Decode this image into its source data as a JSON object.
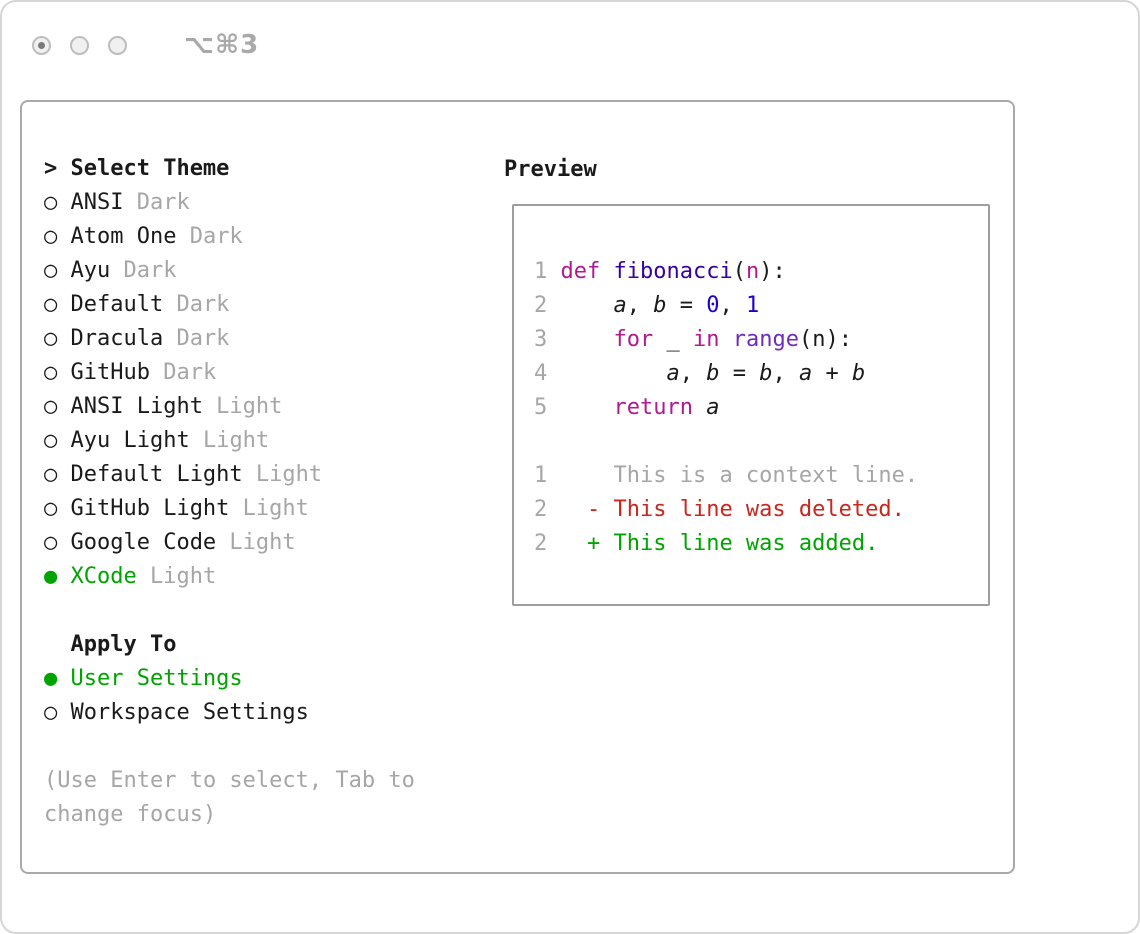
{
  "window": {
    "titlebar_shortcut": "⌥⌘3"
  },
  "colors": {
    "green": "#00a400",
    "red": "#c9261d",
    "gray": "#a6a6a6",
    "keyword": "#ad1a92",
    "func": "#3900a0",
    "builtin": "#6f2bbb",
    "number": "#1c00cf",
    "text": "#1a1a1a"
  },
  "theme_panel": {
    "title_prefix": ">",
    "title": "Select Theme",
    "radio_unselected": "○",
    "radio_selected": "●",
    "themes": [
      {
        "label": "ANSI",
        "variant": "Dark",
        "selected": false
      },
      {
        "label": "Atom One",
        "variant": "Dark",
        "selected": false
      },
      {
        "label": "Ayu",
        "variant": "Dark",
        "selected": false
      },
      {
        "label": "Default",
        "variant": "Dark",
        "selected": false
      },
      {
        "label": "Dracula",
        "variant": "Dark",
        "selected": false
      },
      {
        "label": "GitHub",
        "variant": "Dark",
        "selected": false
      },
      {
        "label": "ANSI Light",
        "variant": "Light",
        "selected": false
      },
      {
        "label": "Ayu Light",
        "variant": "Light",
        "selected": false
      },
      {
        "label": "Default Light",
        "variant": "Light",
        "selected": false
      },
      {
        "label": "GitHub Light",
        "variant": "Light",
        "selected": false
      },
      {
        "label": "Google Code",
        "variant": "Light",
        "selected": false
      },
      {
        "label": "XCode",
        "variant": "Light",
        "selected": true
      }
    ],
    "apply_to": {
      "title": "Apply To",
      "options": [
        {
          "label": "User Settings",
          "selected": true
        },
        {
          "label": "Workspace Settings",
          "selected": false
        }
      ]
    },
    "hint_lines": [
      "(Use Enter to select, Tab to",
      "change focus)"
    ]
  },
  "preview": {
    "title": "Preview",
    "code_lines": [
      {
        "num": "1",
        "tokens": [
          {
            "text": "def",
            "style": "keyword"
          },
          {
            "text": " ",
            "style": "plain"
          },
          {
            "text": "fibonacci",
            "style": "func"
          },
          {
            "text": "(",
            "style": "plain"
          },
          {
            "text": "n",
            "style": "keyword"
          },
          {
            "text": "):",
            "style": "plain"
          }
        ]
      },
      {
        "num": "2",
        "tokens": [
          {
            "text": "    ",
            "style": "plain"
          },
          {
            "text": "a",
            "style": "variable"
          },
          {
            "text": ", ",
            "style": "plain"
          },
          {
            "text": "b",
            "style": "variable"
          },
          {
            "text": " = ",
            "style": "plain"
          },
          {
            "text": "0",
            "style": "number"
          },
          {
            "text": ", ",
            "style": "plain"
          },
          {
            "text": "1",
            "style": "number"
          }
        ]
      },
      {
        "num": "3",
        "tokens": [
          {
            "text": "    ",
            "style": "plain"
          },
          {
            "text": "for",
            "style": "keyword"
          },
          {
            "text": " _ ",
            "style": "plain"
          },
          {
            "text": "in",
            "style": "keyword"
          },
          {
            "text": " ",
            "style": "plain"
          },
          {
            "text": "range",
            "style": "builtin"
          },
          {
            "text": "(n):",
            "style": "plain"
          }
        ]
      },
      {
        "num": "4",
        "tokens": [
          {
            "text": "        ",
            "style": "plain"
          },
          {
            "text": "a",
            "style": "variable"
          },
          {
            "text": ", ",
            "style": "plain"
          },
          {
            "text": "b",
            "style": "variable"
          },
          {
            "text": " = ",
            "style": "plain"
          },
          {
            "text": "b",
            "style": "variable"
          },
          {
            "text": ", ",
            "style": "plain"
          },
          {
            "text": "a",
            "style": "variable"
          },
          {
            "text": " + ",
            "style": "plain"
          },
          {
            "text": "b",
            "style": "variable"
          }
        ]
      },
      {
        "num": "5",
        "tokens": [
          {
            "text": "    ",
            "style": "plain"
          },
          {
            "text": "return",
            "style": "keyword"
          },
          {
            "text": " ",
            "style": "plain"
          },
          {
            "text": "a",
            "style": "variable"
          }
        ]
      }
    ],
    "diff_lines": [
      {
        "num": "1",
        "text": "    This is a context line.",
        "style": "ctx"
      },
      {
        "num": "2",
        "text": "  - This line was deleted.",
        "style": "del"
      },
      {
        "num": "2",
        "text": "  + This line was added.",
        "style": "add"
      }
    ]
  }
}
